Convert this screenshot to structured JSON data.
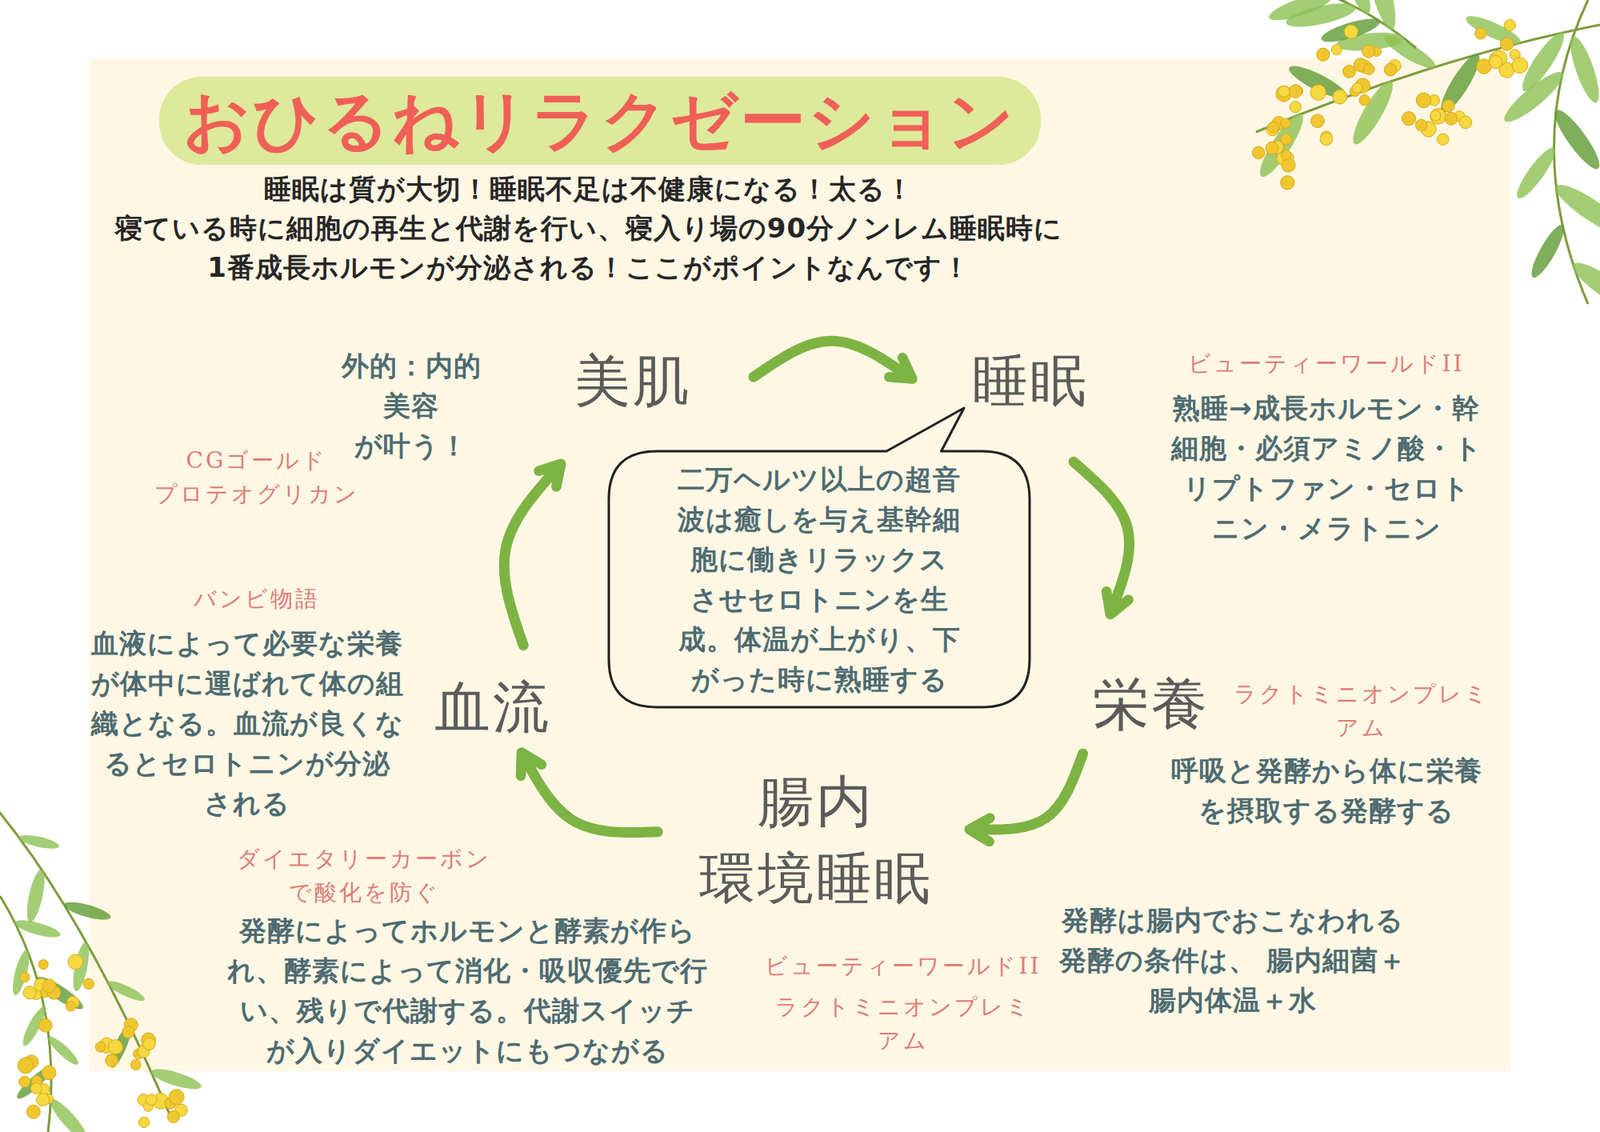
{
  "diagram": {
    "title": "おひるねリラクゼーション",
    "nodes": [
      {
        "text": [
          "美肌"
        ]
      },
      {
        "text": [
          "睡眠"
        ]
      },
      {
        "text": [
          "二万ヘルツ以上の超音波は癒しを与え基幹細胞に働きリラックスさせセロトニンを生成。体温が上がり、下がった時に熟睡する"
        ]
      },
      {
        "text": [
          "栄養"
        ]
      },
      {
        "text": [
          "腸内 環境睡眠"
        ]
      },
      {
        "text": [
          "血流"
        ]
      }
    ],
    "edges": [
      {
        "from": 0,
        "to": 1,
        "arrow": "to"
      },
      {
        "from": 1,
        "to": 3,
        "arrow": "to"
      },
      {
        "from": 3,
        "to": 4,
        "arrow": "to"
      },
      {
        "from": 4,
        "to": 5,
        "arrow": "to"
      },
      {
        "from": 5,
        "to": 0,
        "arrow": "to"
      }
    ],
    "labels": [
      "睡眠は質が大切！睡眠不足は不健康になる！太る！",
      "寝ている時に細胞の再生と代謝を行い、寝入り場の90分ノンレム睡眠時に",
      "1番成長ホルモンが分泌される！ここがポイントなんです！",
      "外的：内的 美容 が叶う！",
      "ビューティーワールドII",
      "熟睡→成長ホルモン・幹細胞・必須アミノ酸・トリプトファン・セロトニン・メラトニン",
      "CGゴールド プロテオグリカン",
      "バンビ物語",
      "血液によって必要な栄養が体中に運ばれて体の組織となる。血流が良くなるとセロトニンが分泌される",
      "ラクトミニオンプレミアム",
      "呼吸と発酵から体に栄養を摂取する発酵する",
      "ダイエタリーカーボン で酸化を防ぐ",
      "発酵によってホルモンと酵素が作られ、酵素によって消化・吸収優先で行い、残りで代謝する。代謝スイッチが入りダイエットにもつながる",
      "発酵は腸内でおこなわれる 発酵の条件は、 腸内細菌＋腸内体温＋水",
      "ビューティーワールドII",
      "ラクトミニオンプレミアム"
    ]
  }
}
